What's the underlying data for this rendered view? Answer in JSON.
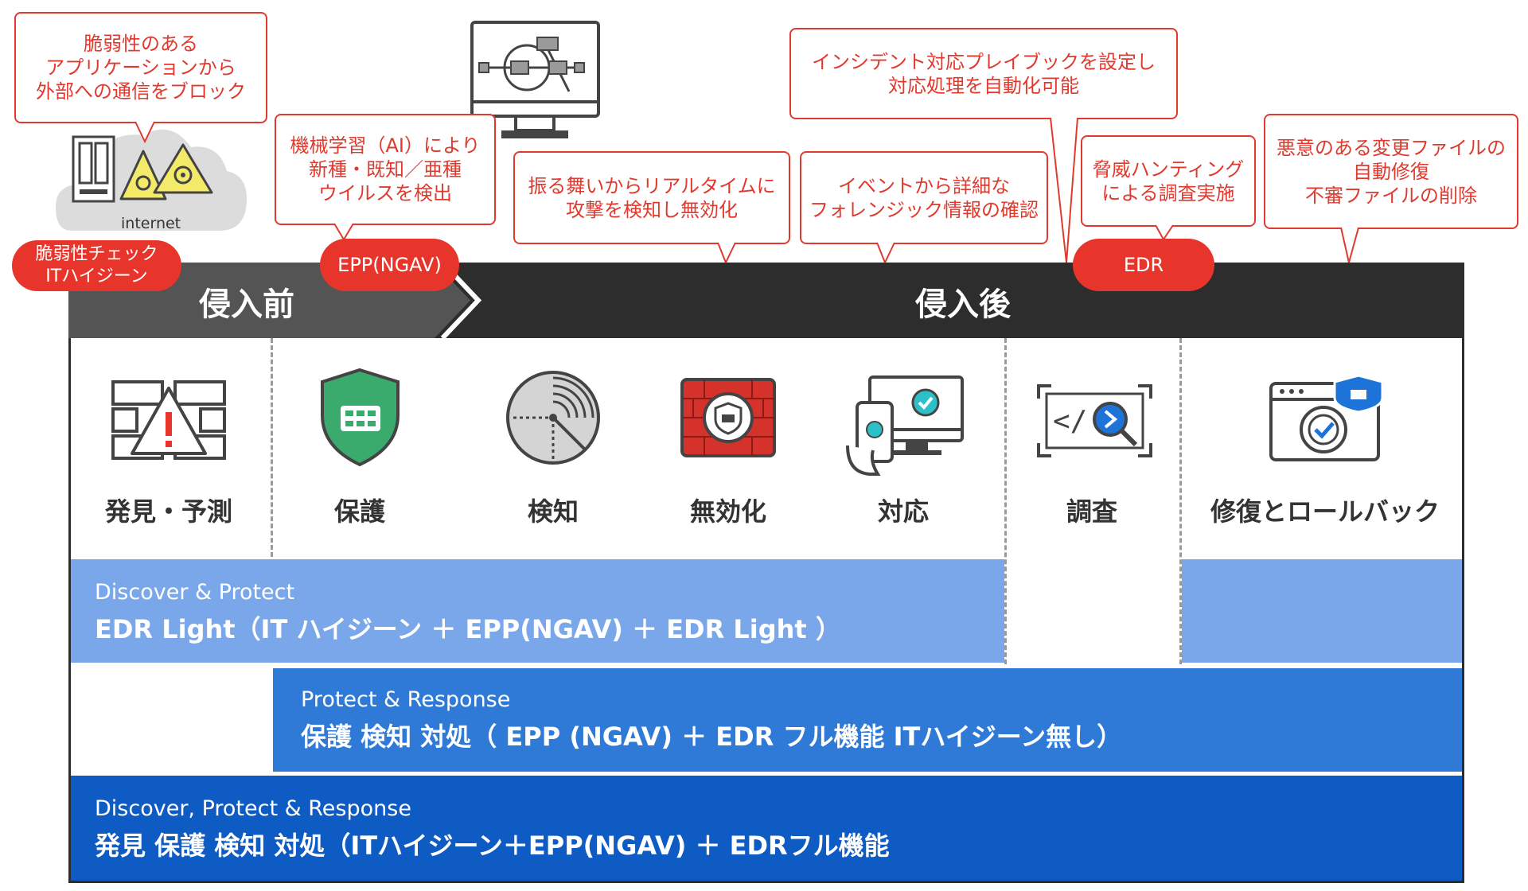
{
  "callouts": {
    "vuln_block": "脆弱性のある\nアプリケーションから\n外部への通信をブロック",
    "ml": "機械学習（AI）により\n新種・既知／亜種\nウイルスを検出",
    "behavior": "振る舞いからリアルタイムに\n攻撃を検知し無効化",
    "forensic": "イベントから詳細な\nフォレンジック情報の確認",
    "playbook": "インシデント対応プレイブックを設定し\n対応処理を自動化可能",
    "hunting": "脅威ハンティング\nによる調査実施",
    "repair": "悪意のある変更ファイルの\n自動修復\n不審ファイルの削除"
  },
  "cloud_label": "internet",
  "pills": {
    "it_hygiene": "脆弱性チェック\nITハイジーン",
    "epp": "EPP(NGAV)",
    "edr": "EDR"
  },
  "phases": {
    "before": "侵入前",
    "after": "侵入後"
  },
  "stages": [
    "発見・予測",
    "保護",
    "検知",
    "無効化",
    "対応",
    "調査",
    "修復とロールバック"
  ],
  "bands": {
    "band1_sub": "Discover & Protect",
    "band1_main": "EDR Light（IT ハイジーン ＋ EPP(NGAV) ＋ EDR Light ）",
    "band2_sub": "Protect & Response",
    "band2_main": "保護 検知 対処（ EPP (NGAV) ＋ EDR フル機能  ITハイジーン無し）",
    "band3_sub": "Discover, Protect & Response",
    "band3_main": "発見 保護 検知 対処（ITハイジーン＋EPP(NGAV) ＋ EDRフル機能"
  },
  "colors": {
    "accent_red": "#e8352c",
    "dark_bar": "#2d2d2d",
    "dark_bar_left": "#545454",
    "band_light": "#7aa7ea",
    "band_mid": "#2f7ad6",
    "band_dark": "#0f5bc4"
  },
  "icons": [
    "server-icon",
    "biohazard-icon",
    "monitor-network-icon",
    "warning-grid-icon",
    "shield-icon",
    "radar-icon",
    "firewall-icon",
    "device-check-icon",
    "code-search-icon",
    "browser-repair-icon"
  ]
}
